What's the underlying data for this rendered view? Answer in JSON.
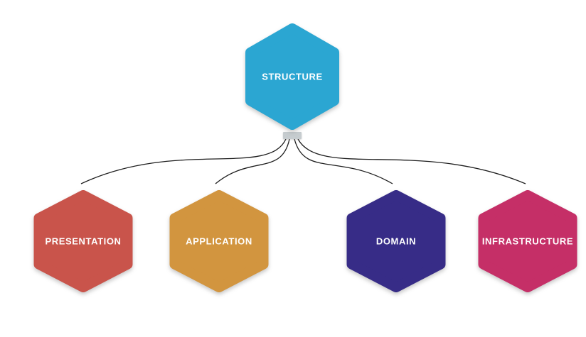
{
  "diagram": {
    "background_color": "#ffffff",
    "edge_color": "#1e1e1e",
    "label_color": "#ffffff",
    "connector": {
      "color": "#c6cccf"
    },
    "root": {
      "id": "structure",
      "label": "STRUCTURE",
      "color": "#2ba6d2"
    },
    "children": [
      {
        "id": "presentation",
        "label": "PRESENTATION",
        "color": "#c9544b"
      },
      {
        "id": "application",
        "label": "APPLICATION",
        "color": "#d2953f"
      },
      {
        "id": "domain",
        "label": "DOMAIN",
        "color": "#372c87"
      },
      {
        "id": "infrastructure",
        "label": "INFRASTRUCTURE",
        "color": "#c52f67"
      }
    ]
  }
}
